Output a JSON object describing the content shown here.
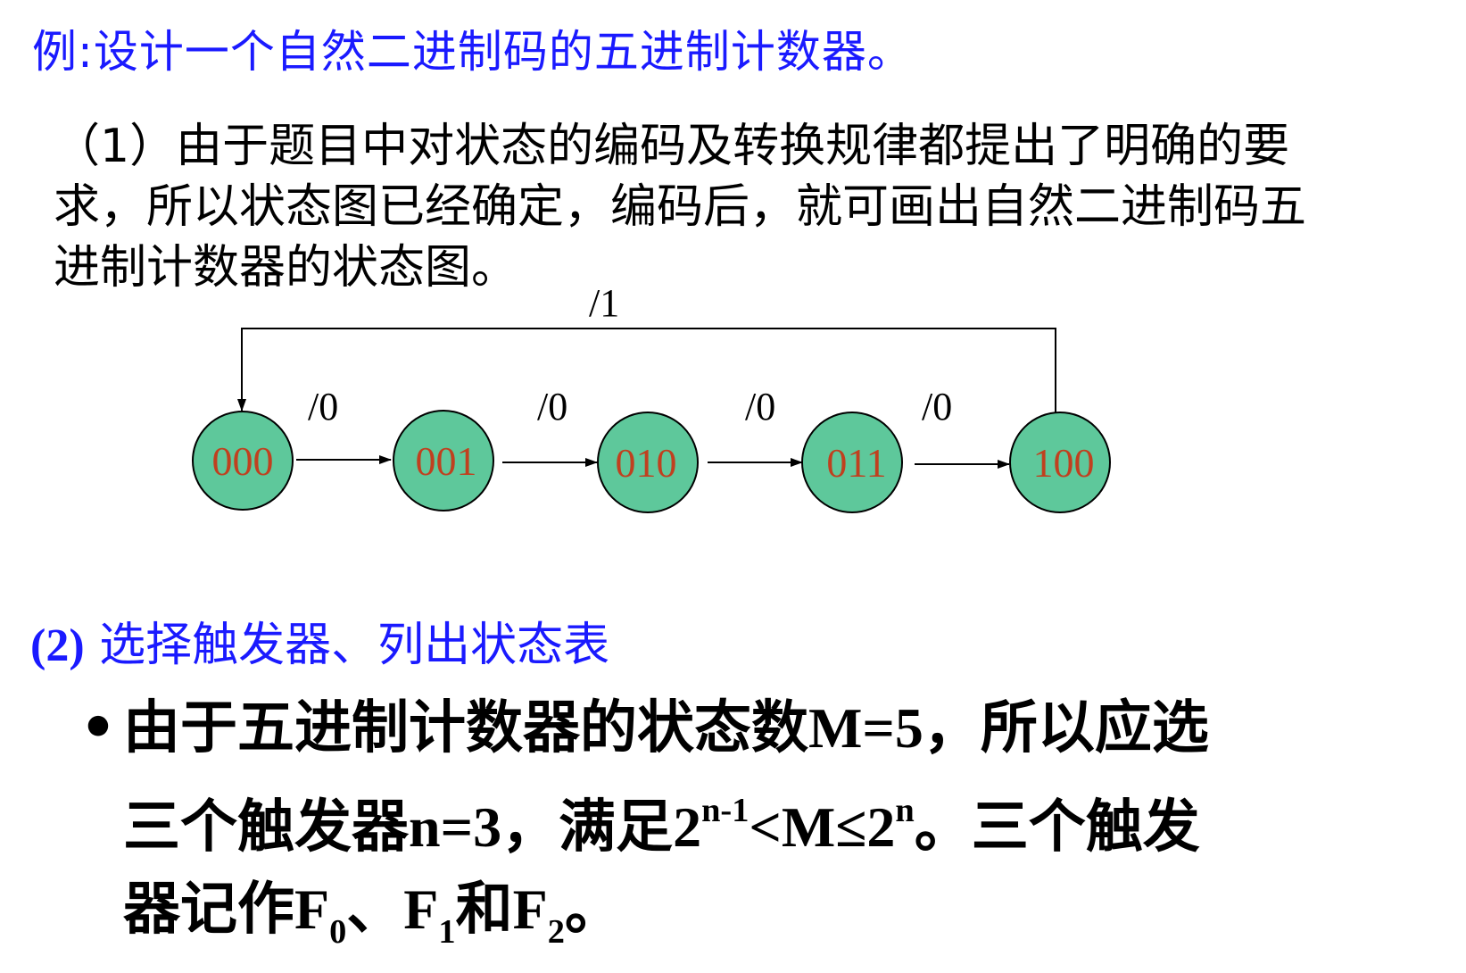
{
  "title": "例:设计一个自然二进制码的五进制计数器。",
  "step1": {
    "lines": [
      "（1）由于题目中对状态的编码及转换规律都提出了明确的要",
      "求，所以状态图已经确定，编码后，就可画出自然二进制码五",
      "进制计数器的状态图。"
    ]
  },
  "diagram": {
    "feedback_label": "/1",
    "transition_labels": [
      "/0",
      "/0",
      "/0",
      "/0"
    ],
    "states": [
      "000",
      "001",
      "010",
      "011",
      "100"
    ],
    "colors": {
      "state_fill": "#5ec89b",
      "state_text": "#c0401f",
      "stroke": "#000000"
    }
  },
  "step2": {
    "prefix": "(2)",
    "heading": " 选择触发器、列出状态表"
  },
  "bullet": {
    "line1_a": "由于五进制计数器的状态数",
    "line1_b": "M=5",
    "line1_c": "，所以应选",
    "line2_a": "三个触发器",
    "line2_b": "n=3",
    "line2_c": "，满足",
    "line2_d": "2",
    "line2_sup1": "n-1",
    "line2_e": "<M≤2",
    "line2_sup2": "n",
    "line2_f": "。三个触发",
    "line3_a": "器记作",
    "line3_F": "F",
    "line3_sub0": "0",
    "line3_sep": "、",
    "line3_F1": "F",
    "line3_sub1": "1",
    "line3_and": "和",
    "line3_F2": "F",
    "line3_sub2": "2",
    "line3_end": "。"
  },
  "colors": {
    "heading_blue": "#1a1aff",
    "body_text": "#000000"
  }
}
